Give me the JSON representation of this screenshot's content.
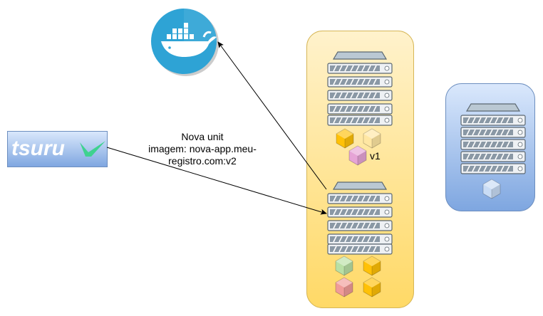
{
  "tsuru": {
    "logo_text": "tsuru",
    "logo_color": "#ffffff",
    "check_color": "#3fd28f"
  },
  "arrow_label": {
    "line1": "Nova unit",
    "line2": "imagem: nova-app.meu-",
    "line3": "registro.com:v2"
  },
  "unit_version_label": "v1",
  "colors": {
    "pool_fill": "#fff2cc",
    "pool_stroke": "#d6b656",
    "other_pool_fill": "#dae8fc",
    "other_pool_stroke": "#6c8ebf",
    "server_fill": "#bac8d3",
    "server_stroke": "#5b6770",
    "docker_blue": "#2ea3d5",
    "cube_orange": "#ffcd28",
    "cube_pink": "#e6a4d6",
    "cube_green": "#b9e0a5",
    "cube_red": "#f19c99",
    "cube_blue": "#c9dcf5"
  },
  "icons": [
    "docker-logo-icon",
    "tsuru-logo-icon",
    "server-rack-icon",
    "container-cube-icon"
  ]
}
